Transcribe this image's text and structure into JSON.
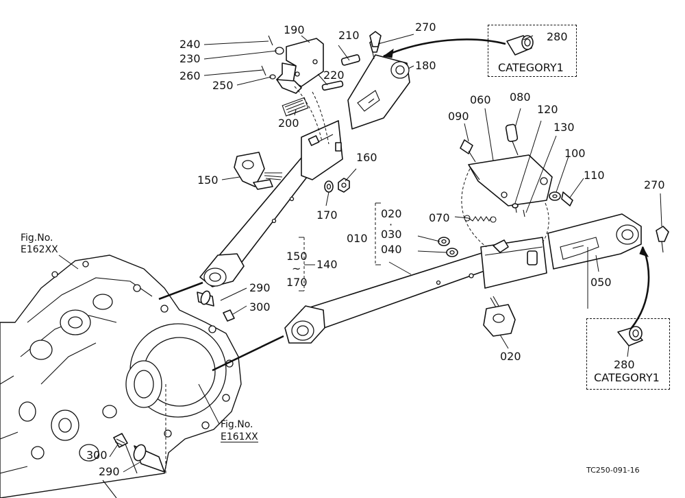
{
  "callouts": {
    "c240": "240",
    "c230": "230",
    "c260": "260",
    "c250": "250",
    "c190": "190",
    "c210": "210",
    "c220": "220",
    "c270_top": "270",
    "c280_top": "280",
    "c180": "180",
    "c200": "200",
    "c150": "150",
    "c160": "160",
    "c170": "170",
    "c060": "060",
    "c080": "080",
    "c090": "090",
    "c120": "120",
    "c130": "130",
    "c100": "100",
    "c110": "110",
    "c270_right": "270",
    "c020_group": "020",
    "c030": "030",
    "c040": "040",
    "c010": "010",
    "c070": "070",
    "c150_range": "150",
    "c170_range": "170",
    "c140": "140",
    "c050": "050",
    "c290_upper": "290",
    "c300_upper": "300",
    "c020_bottom": "020",
    "c280_right": "280",
    "c300_lower": "300",
    "c290_lower": "290"
  },
  "group_marks": {
    "dot": "·",
    "tilde": "~"
  },
  "category_top": "CATEGORY1",
  "category_right": "CATEGORY1",
  "fig_refs": {
    "upper_title": "Fig.No.",
    "upper_code": "E162XX",
    "lower_title": "Fig.No.",
    "lower_code": "E161XX"
  },
  "drawing_code": "TC250-091-16"
}
